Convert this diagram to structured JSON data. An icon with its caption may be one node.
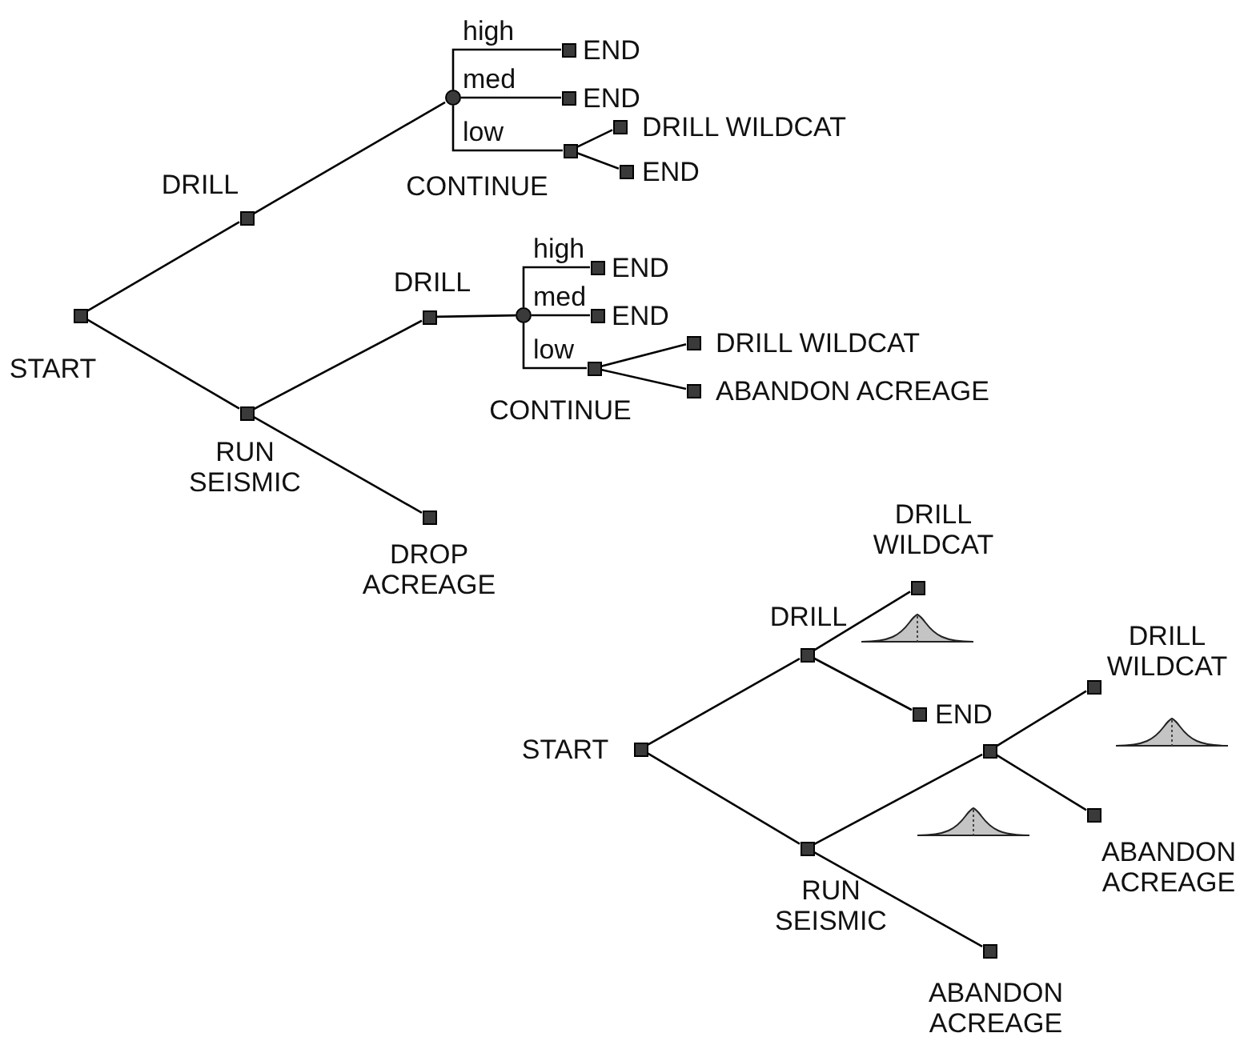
{
  "diagram": {
    "nodes": [
      {
        "text": [],
        "shape": "box",
        "beside": [
          "START"
        ]
      },
      {
        "text": [],
        "shape": "box",
        "beside": [
          "DRILL"
        ]
      },
      {
        "text": [],
        "shape": "circle"
      },
      {
        "text": [],
        "shape": "box",
        "beside": [
          "END"
        ]
      },
      {
        "text": [],
        "shape": "box",
        "beside": [
          "END"
        ]
      },
      {
        "text": [],
        "shape": "box",
        "beside": [
          "CONTINUE"
        ]
      },
      {
        "text": [],
        "shape": "box",
        "beside": [
          "DRILL WILDCAT"
        ]
      },
      {
        "text": [],
        "shape": "box",
        "beside": [
          "END"
        ]
      },
      {
        "text": [],
        "shape": "box",
        "beside": [
          "RUN SEISMIC"
        ]
      },
      {
        "text": [],
        "shape": "box",
        "beside": [
          "DRILL"
        ]
      },
      {
        "text": [],
        "shape": "circle"
      },
      {
        "text": [],
        "shape": "box",
        "beside": [
          "END"
        ]
      },
      {
        "text": [],
        "shape": "box",
        "beside": [
          "END"
        ]
      },
      {
        "text": [],
        "shape": "box",
        "beside": [
          "CONTINUE"
        ]
      },
      {
        "text": [],
        "shape": "box",
        "beside": [
          "DRILL WILDCAT"
        ]
      },
      {
        "text": [],
        "shape": "box",
        "beside": [
          "ABANDON ACREAGE"
        ]
      },
      {
        "text": [],
        "shape": "box",
        "beside": [
          "DROP ACREAGE"
        ]
      },
      {
        "text": [],
        "shape": "box",
        "beside": [
          "START"
        ]
      },
      {
        "text": [],
        "shape": "box",
        "beside": [
          "DRILL"
        ]
      },
      {
        "text": [],
        "shape": "box",
        "beside": [
          "DRILL WILDCAT"
        ]
      },
      {
        "text": [],
        "shape": "box",
        "beside": [
          "END"
        ]
      },
      {
        "text": [],
        "shape": "box",
        "beside": [
          "RUN SEISMIC"
        ]
      },
      {
        "text": [],
        "shape": "box"
      },
      {
        "text": [],
        "shape": "box",
        "beside": [
          "DRILL WILDCAT"
        ]
      },
      {
        "text": [],
        "shape": "box",
        "beside": [
          "ABANDON ACREAGE"
        ]
      },
      {
        "text": [],
        "shape": "box",
        "beside": [
          "ABANDON ACREAGE"
        ]
      }
    ],
    "edges": [
      {
        "from": 0,
        "to": 1,
        "arrow": "none"
      },
      {
        "from": 1,
        "to": 2,
        "arrow": "none"
      },
      {
        "from": 2,
        "to": 3,
        "label": "high",
        "arrow": "none"
      },
      {
        "from": 2,
        "to": 4,
        "label": "med",
        "arrow": "none"
      },
      {
        "from": 2,
        "to": 5,
        "label": "low",
        "arrow": "none"
      },
      {
        "from": 5,
        "to": 6,
        "arrow": "none"
      },
      {
        "from": 5,
        "to": 7,
        "arrow": "none"
      },
      {
        "from": 0,
        "to": 8,
        "arrow": "none"
      },
      {
        "from": 8,
        "to": 9,
        "arrow": "none"
      },
      {
        "from": 9,
        "to": 10,
        "arrow": "none"
      },
      {
        "from": 10,
        "to": 11,
        "label": "high",
        "arrow": "none"
      },
      {
        "from": 10,
        "to": 12,
        "label": "med",
        "arrow": "none"
      },
      {
        "from": 10,
        "to": 13,
        "label": "low",
        "arrow": "none"
      },
      {
        "from": 13,
        "to": 14,
        "arrow": "none"
      },
      {
        "from": 13,
        "to": 15,
        "arrow": "none"
      },
      {
        "from": 8,
        "to": 16,
        "arrow": "none"
      },
      {
        "from": 17,
        "to": 18,
        "arrow": "none"
      },
      {
        "from": 18,
        "to": 19,
        "arrow": "none"
      },
      {
        "from": 18,
        "to": 20,
        "arrow": "none"
      },
      {
        "from": 17,
        "to": 21,
        "arrow": "none"
      },
      {
        "from": 21,
        "to": 22,
        "arrow": "none"
      },
      {
        "from": 22,
        "to": 23,
        "arrow": "none"
      },
      {
        "from": 22,
        "to": 24,
        "arrow": "none"
      },
      {
        "from": 21,
        "to": 25,
        "arrow": "none"
      }
    ]
  }
}
